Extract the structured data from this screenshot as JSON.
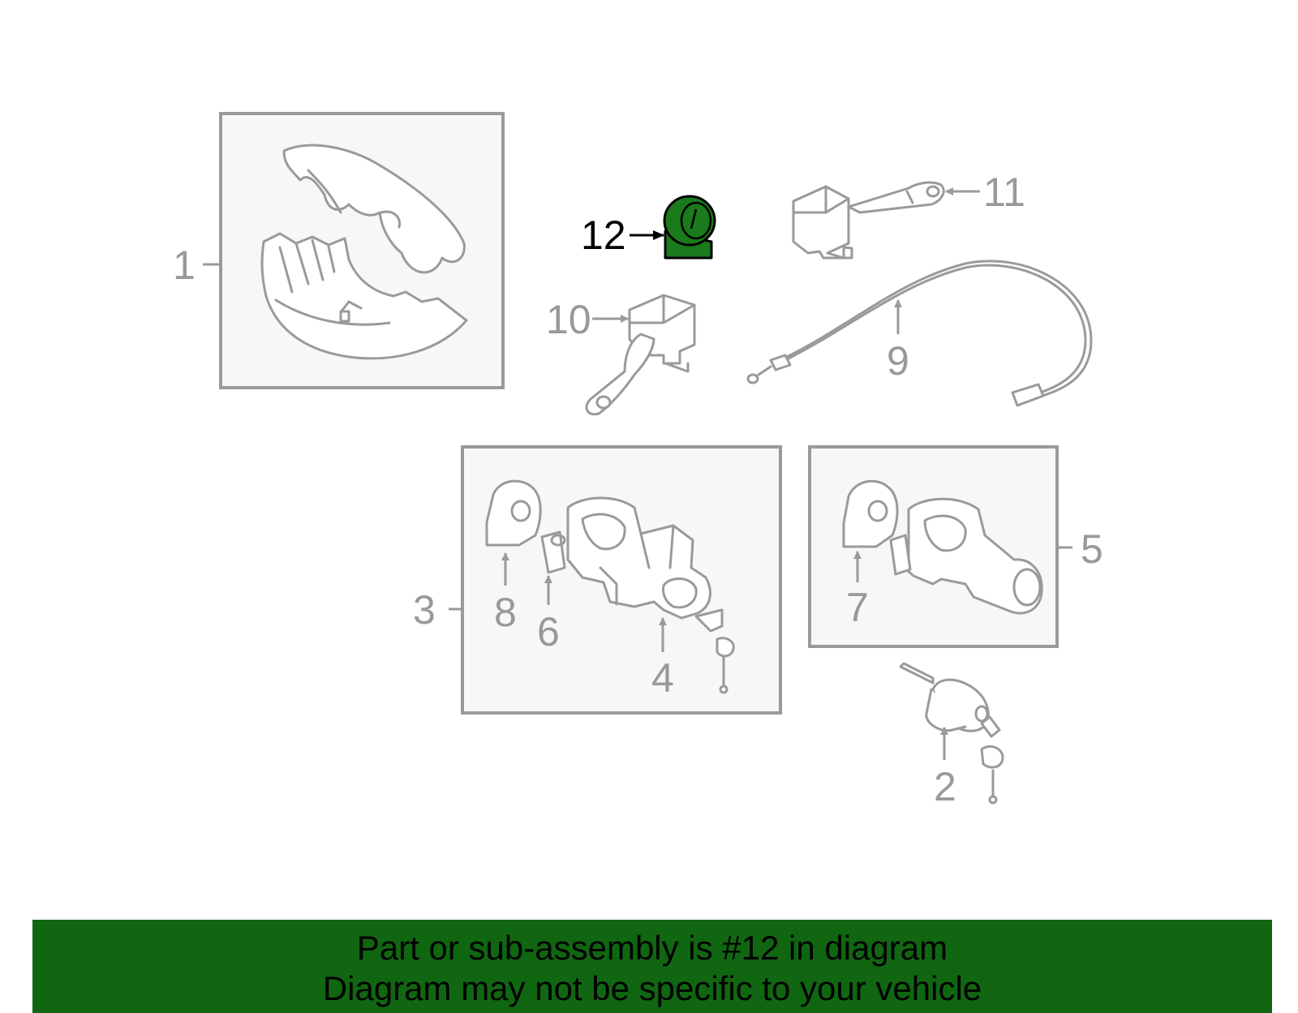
{
  "diagram": {
    "callouts": [
      "1",
      "2",
      "3",
      "4",
      "5",
      "6",
      "7",
      "8",
      "9",
      "10",
      "11",
      "12"
    ],
    "highlighted_callout": "12",
    "colors": {
      "highlight_fill": "#1b7a1b",
      "line_gray": "#9a9a9a",
      "box_fill": "#f7f7f7",
      "banner": "#116611"
    }
  },
  "banner": {
    "line1": "Part or sub-assembly is #12 in diagram",
    "line2": "Diagram may not be specific to your vehicle"
  }
}
